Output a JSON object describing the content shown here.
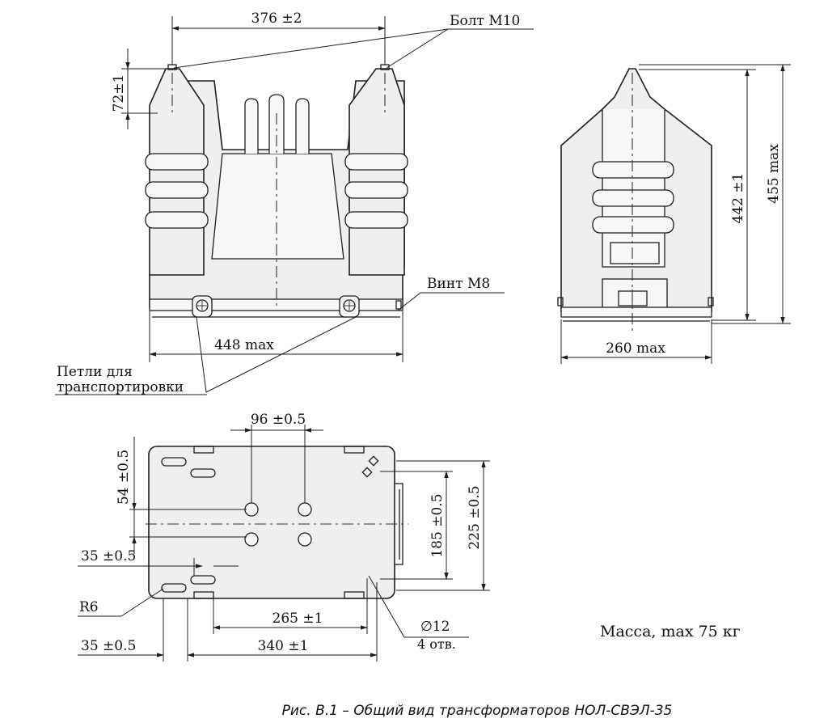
{
  "front_view": {
    "dim_width_bolts": "376 ±2",
    "dim_height_bolt": "72±1",
    "bolt_label": "Болт М10",
    "screw_label": "Винт М8",
    "dim_max_width": "448 max",
    "lifting_loops_line1": "Петли для",
    "lifting_loops_line2": "транспортировки"
  },
  "side_view": {
    "dim_width": "260 max",
    "dim_height_inner": "442 ±1",
    "dim_height_max": "455 max"
  },
  "bottom_view": {
    "dim_hole_spacing": "96 ±0.5",
    "dim_54": "54 ±0.5",
    "dim_35_upper": "35 ±0.5",
    "dim_radius": "R6",
    "dim_35_lower": "35 ±0.5",
    "dim_265": "265 ±1",
    "dim_340": "340 ±1",
    "dim_185": "185 ±0.5",
    "dim_225": "225 ±0.5",
    "dim_hole_diameter": "∅12",
    "dim_hole_count": "4 отв."
  },
  "mass_label": "Масса, max 75 кг",
  "caption": "Рис. В.1 – Общий вид трансформаторов НОЛ-СВЭЛ-35"
}
